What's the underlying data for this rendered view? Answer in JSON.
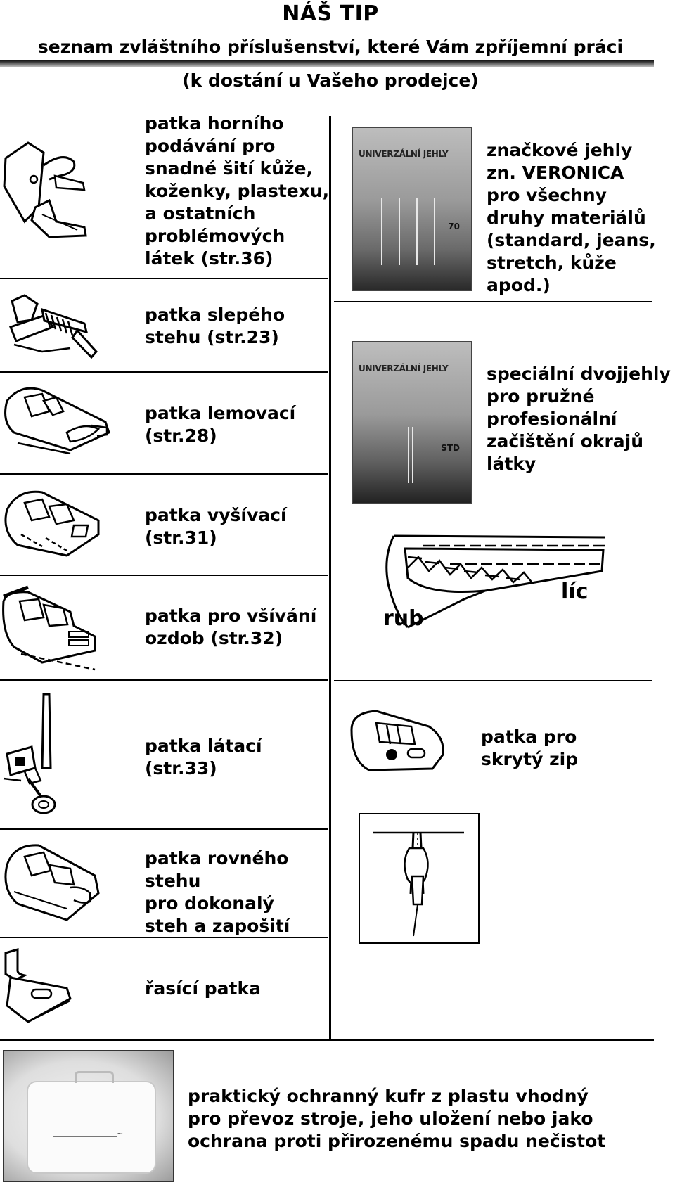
{
  "header": {
    "title": "NÁŠ TIP",
    "subtitle": "seznam zvláštního příslušenství, které Vám zpříjemní práci",
    "availability": "(k dostání u Vašeho prodejce)"
  },
  "left_items": [
    {
      "icon": "walking-foot-icon",
      "text": "patka horního\npodávání pro\nsnadné šití kůže,\nkoženky, plastexu,\na ostatních\nproblémových\nlátek (str.36)"
    },
    {
      "icon": "blind-stitch-foot-icon",
      "text": "patka slepého\nstehu (str.23)"
    },
    {
      "icon": "hemmer-foot-icon",
      "text": "patka lemovací\n(str.28)"
    },
    {
      "icon": "embroidery-foot-icon",
      "text": "patka vyšívací\n(str.31)"
    },
    {
      "icon": "cording-foot-icon",
      "text": "patka pro všívání\nozdob (str.32)"
    },
    {
      "icon": "darning-foot-icon",
      "text": "patka látací\n(str.33)"
    },
    {
      "icon": "straight-stitch-foot-icon",
      "text": "patka rovného\nstehu\npro dokonalý\nsteh a zapošití"
    },
    {
      "icon": "gathering-foot-icon",
      "text": "řasící patka"
    }
  ],
  "right_items": {
    "needles": {
      "pack_title": "UNIVERZÁLNÍ JEHLY",
      "pack_code": "70",
      "text": "značkové jehly\nzn. VERONICA\npro všechny\ndruhy materiálů\n(standard, jeans,\nstretch, kůže apod.)"
    },
    "twin_needles": {
      "pack_title": "UNIVERZÁLNÍ JEHLY",
      "pack_code": "STD",
      "text": "speciální dvojjehly\npro pružné\nprofesionální\nzačištění okrajů\nlátky"
    },
    "hem_diagram": {
      "label_back": "rub",
      "label_front": "líc"
    },
    "zipper_foot": {
      "text": "patka pro\nskrytý zip"
    }
  },
  "case": {
    "text": "praktický ochranný kufr z plastu vhodný\npro převoz stroje, jeho uložení nebo jako\nochrana proti přirozenému spadu nečistot"
  }
}
